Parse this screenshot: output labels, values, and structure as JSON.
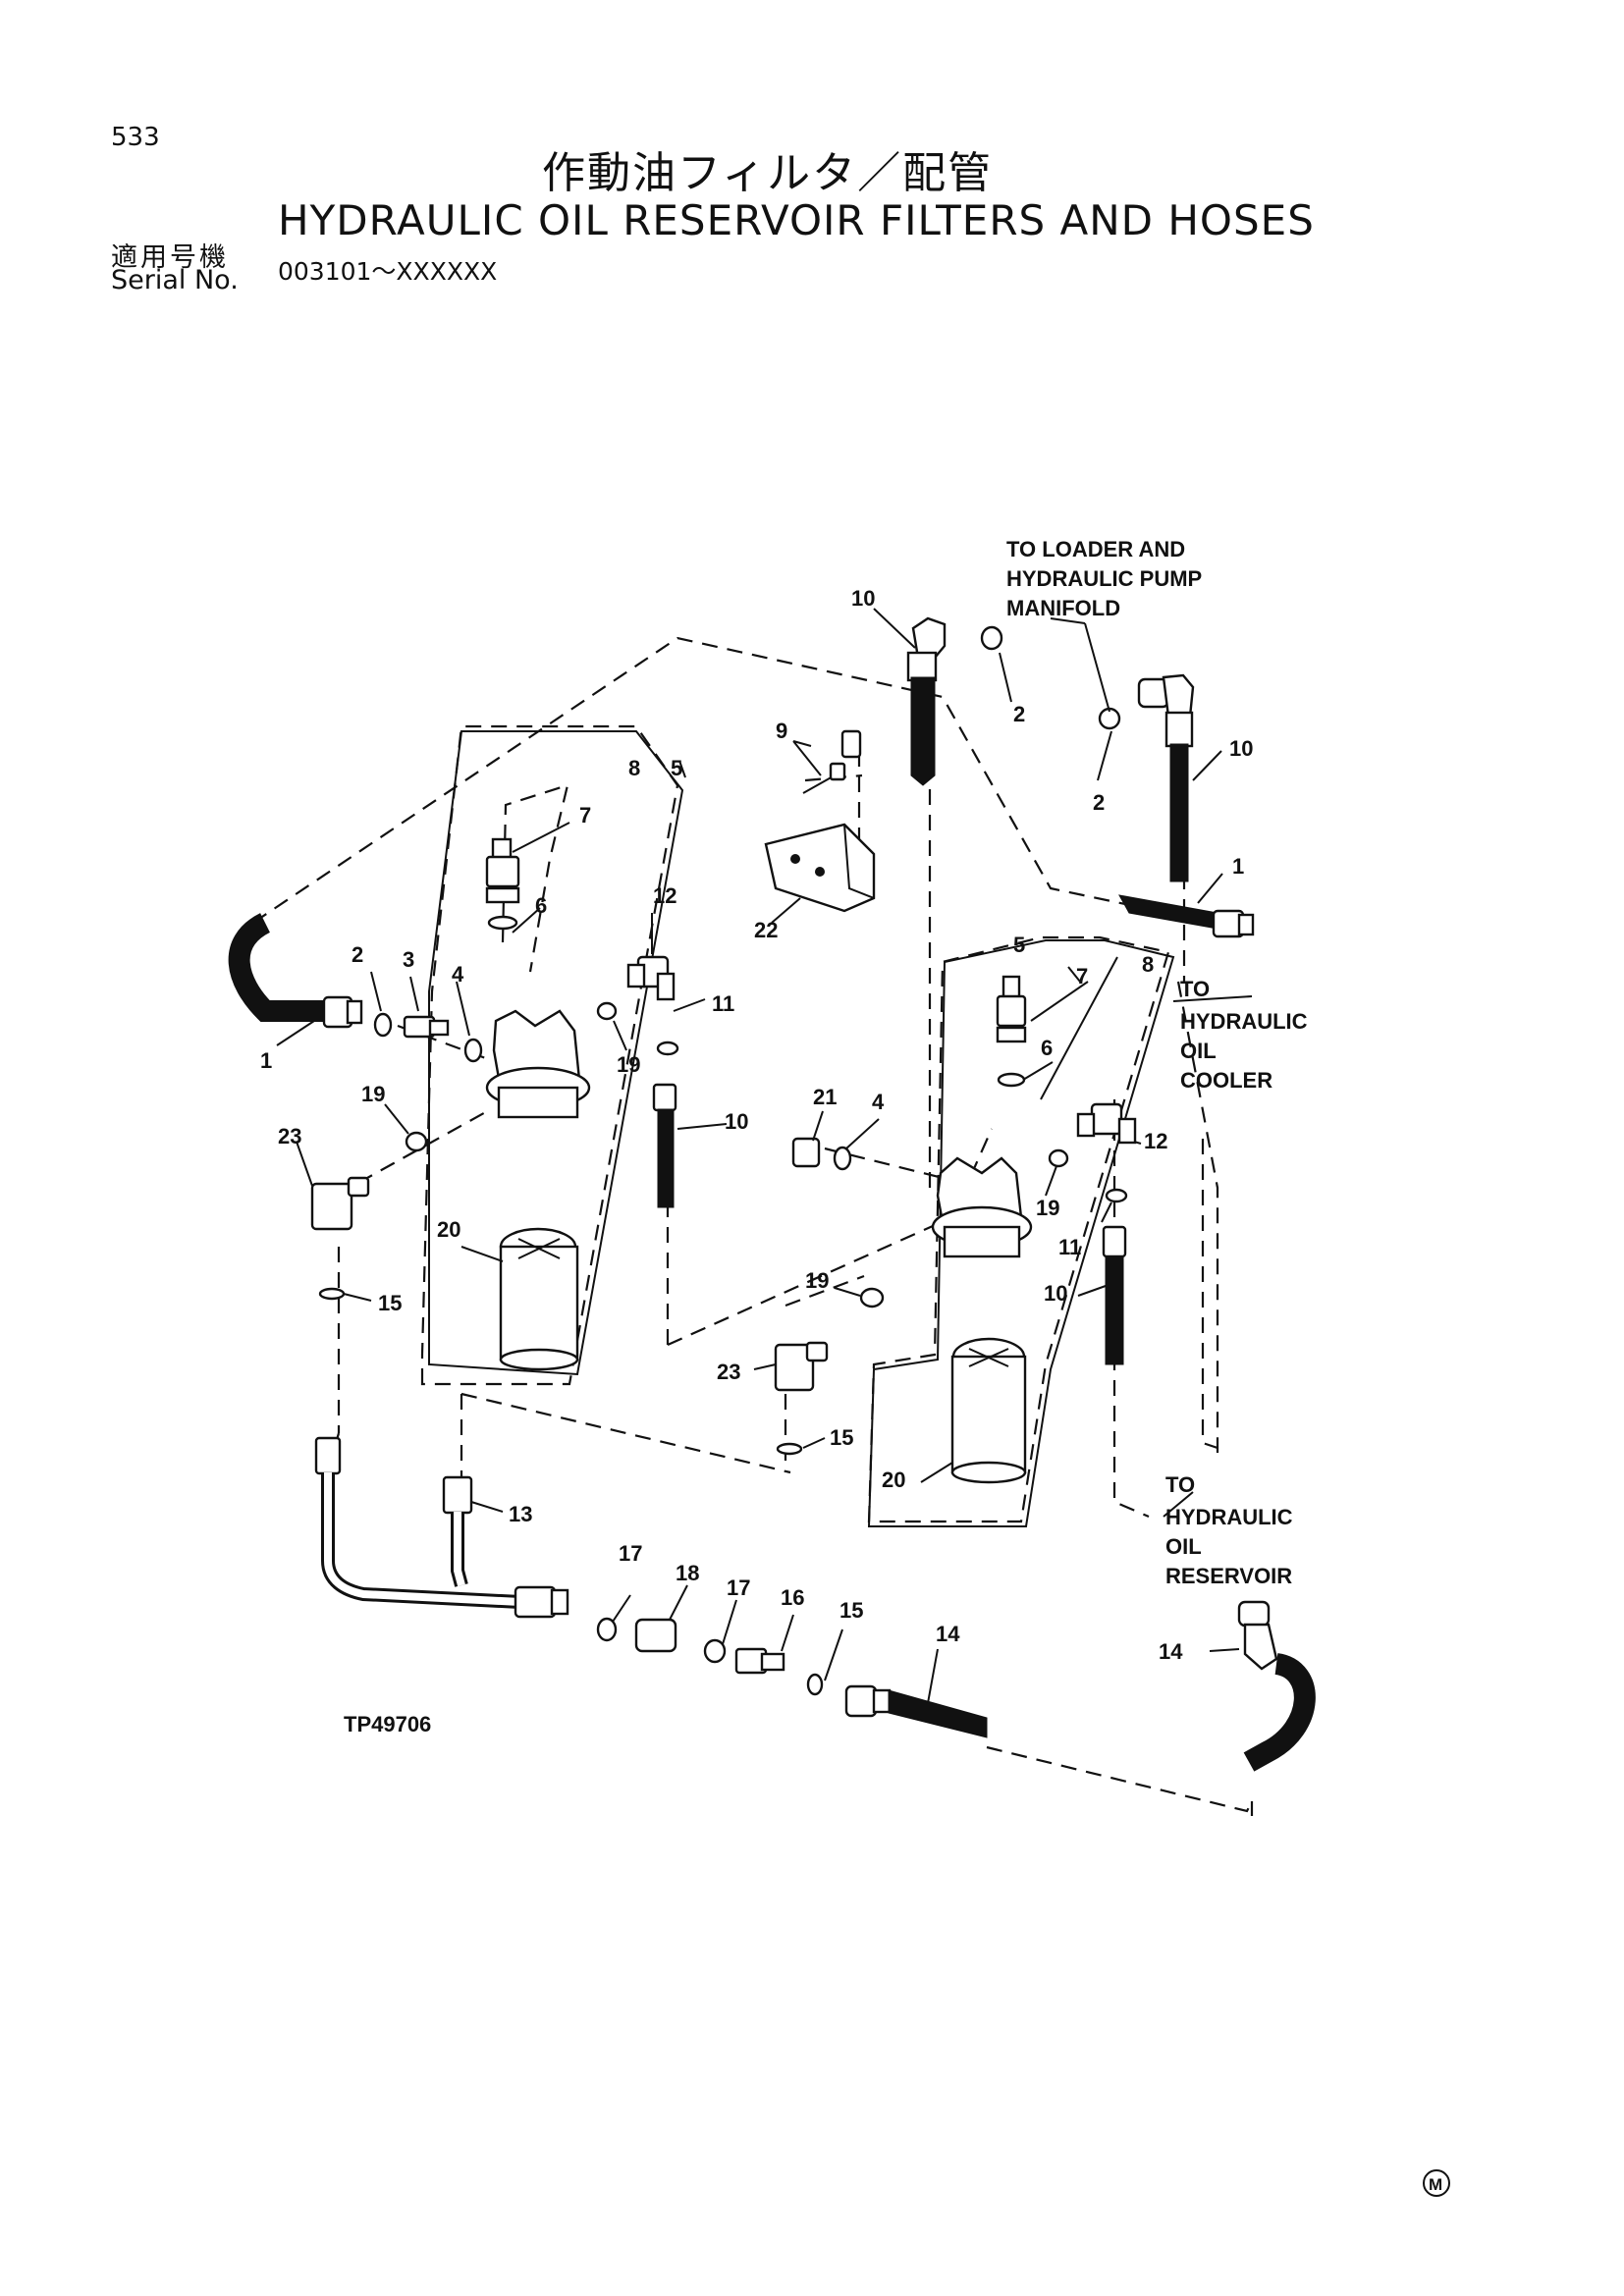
{
  "page": {
    "number": "533"
  },
  "title": {
    "japanese": "作動油フィルタ／配管",
    "english": "HYDRAULIC OIL RESERVOIR FILTERS AND HOSES"
  },
  "serial": {
    "label_japanese": "適用号機",
    "label_english": "Serial No.",
    "range": "003101～XXXXXX"
  },
  "diagram": {
    "figure_id": "TP49706",
    "callouts": {
      "to_loader_line1": "TO LOADER AND",
      "to_loader_line2": "HYDRAULIC PUMP",
      "to_loader_line3": "MANIFOLD",
      "to_cooler_line1": "TO",
      "to_cooler_line2": "HYDRAULIC",
      "to_cooler_line3": "OIL",
      "to_cooler_line4": "COOLER",
      "to_reservoir_line1": "TO",
      "to_reservoir_line2": "HYDRAULIC",
      "to_reservoir_line3": "OIL",
      "to_reservoir_line4": "RESERVOIR"
    },
    "part_numbers": [
      "1",
      "2",
      "3",
      "4",
      "5",
      "6",
      "7",
      "8",
      "9",
      "10",
      "11",
      "12",
      "13",
      "14",
      "15",
      "16",
      "17",
      "18",
      "19",
      "20",
      "21",
      "22",
      "23"
    ]
  },
  "footer": {
    "mark": "Ⓜ"
  }
}
